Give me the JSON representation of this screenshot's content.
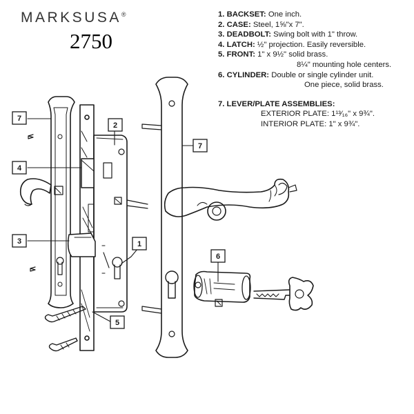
{
  "brand": {
    "name": "MARKS",
    "suffix": "USA",
    "mark": "®"
  },
  "model": "2750",
  "specs": [
    {
      "num": "1.",
      "label": "BACKSET:",
      "text": "One inch."
    },
    {
      "num": "2.",
      "label": "CASE:",
      "text": "Steel, 1⅝\"x 7\"."
    },
    {
      "num": "3.",
      "label": "DEADBOLT:",
      "text": "Swing bolt with 1\" throw."
    },
    {
      "num": "4.",
      "label": "LATCH:",
      "text": "½\" projection. Easily reversible."
    },
    {
      "num": "5.",
      "label": "FRONT:",
      "text": "1\" x 9½\" solid brass.",
      "cont": "8¼\" mounting hole centers."
    },
    {
      "num": "6.",
      "label": "CYLINDER:",
      "text": "Double or single cylinder unit.",
      "cont": "One piece, solid brass."
    }
  ],
  "lever": {
    "heading": "7. LEVER/PLATE ASSEMBLIES:",
    "exterior": "EXTERIOR PLATE: 1¹³⁄₁₆\" x 9¾\".",
    "interior": "INTERIOR PLATE: 1\" x 9¾\"."
  },
  "callouts": {
    "c7a": "7",
    "c2": "2",
    "c7b": "7",
    "c4": "4",
    "c3": "3",
    "c1": "1",
    "c6": "6",
    "c5": "5"
  }
}
